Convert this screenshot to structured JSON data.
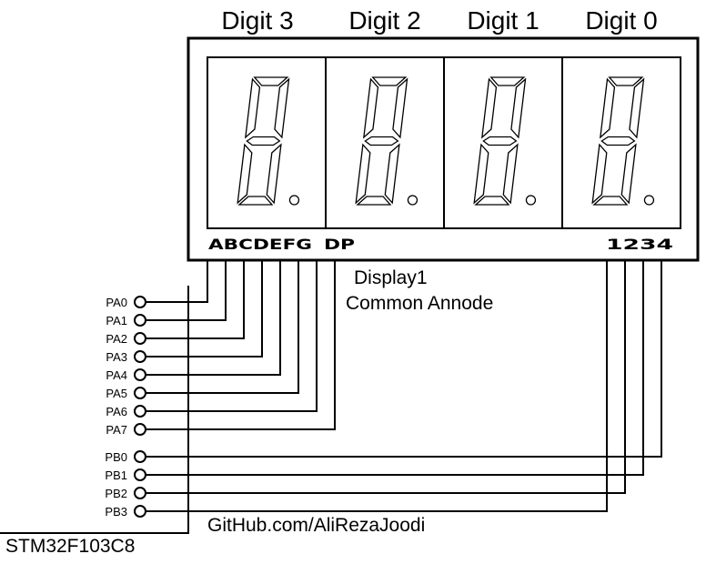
{
  "digit_titles": [
    "Digit 3",
    "Digit 2",
    "Digit 1",
    "Digit 0"
  ],
  "segment_pins_label": "ABCDEFG",
  "dp_label": "DP",
  "digit_pins_label": "1234",
  "display_name": "Display1",
  "display_type": "Common Annode",
  "port_a_pins": [
    "PA0",
    "PA1",
    "PA2",
    "PA3",
    "PA4",
    "PA5",
    "PA6",
    "PA7"
  ],
  "port_b_pins": [
    "PB0",
    "PB1",
    "PB2",
    "PB3"
  ],
  "mcu_name": "STM32F103C8",
  "credit": "GitHub.com/AliRezaJoodi"
}
